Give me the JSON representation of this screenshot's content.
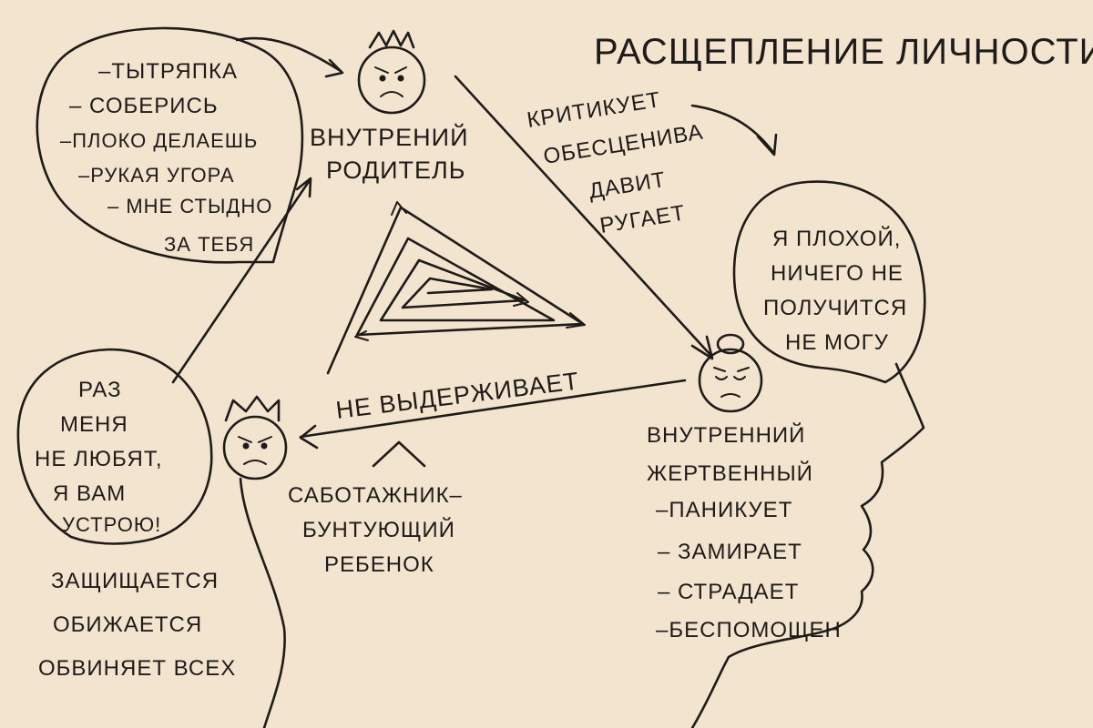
{
  "title": "РАСЩЕПЛЕНИЕ ЛИЧНОСТИ",
  "parent": {
    "label_lines": [
      "ВНУТРЕНИЙ",
      "РОДИТЕЛЬ"
    ],
    "bubble_lines": [
      "–ТЫТРЯПКА",
      "– СОБЕРИСЬ",
      "–ПЛОКО ДЕЛАЕШЬ",
      "–РУКАЯ УГОРА",
      "– МНЕ СТЫДНО",
      "ЗА ТЕБЯ"
    ],
    "actions_lines": [
      "КРИТИКУЕТ",
      "ОБЕСЦЕНИВА",
      "ДАВИТ",
      "РУГАЕТ"
    ]
  },
  "victim": {
    "bubble_lines": [
      "Я ПЛОХОЙ,",
      "НИЧЕГО НЕ",
      "ПОЛУЧИТСЯ",
      "НЕ МОГУ"
    ],
    "label_lines": [
      "ВНУТРЕННИЙ",
      "ЖЕРТВЕННЫЙ"
    ],
    "behaviors": [
      "–ПАНИКУЕТ",
      "– ЗАМИРАЕТ",
      "– СТРАДАЕТ",
      "–БЕСПОМОЩЕН"
    ]
  },
  "child": {
    "bubble_lines": [
      "РАЗ",
      "МЕНЯ",
      "НЕ ЛЮБЯТ,",
      "Я ВАМ",
      "УСТРОЮ!"
    ],
    "label_lines": [
      "САБОТАЖНИК–",
      "БУНТУЮЩИЙ",
      "РЕБЕНОК"
    ],
    "behaviors": [
      "ЗАЩИЩАЕТСЯ",
      "ОБИЖАЕТСЯ",
      "ОБВИНЯЕТ ВСЕХ"
    ]
  },
  "arrow_label": "НЕ ВЫДЕРЖИВАЕТ",
  "colors": {
    "background": "#f3e4cf",
    "ink": "#1f1b18"
  }
}
